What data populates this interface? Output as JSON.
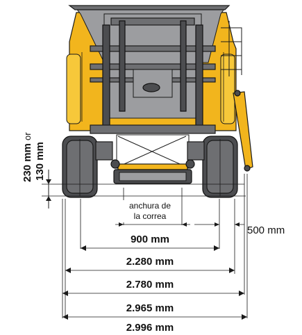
{
  "dimensions": {
    "belt_width": "anchura de",
    "belt_width_line2": "la correa",
    "d500": "500 mm",
    "d900": "900 mm",
    "d2280": "2.280 mm",
    "d2780": "2.780 mm",
    "d2965": "2.965 mm",
    "d2996": "2.996 mm"
  },
  "clearance": {
    "high": "230 mm",
    "or": "or",
    "low": "130 mm"
  },
  "colors": {
    "machine_yellow": "#f2b51d",
    "frame_grey": "#6e6f72",
    "line": "#1a1a1a"
  }
}
